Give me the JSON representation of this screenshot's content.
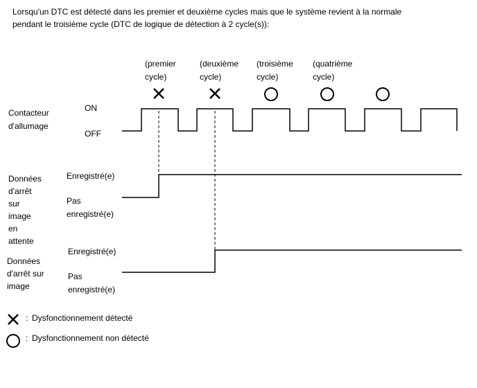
{
  "intro": {
    "line1": "Lorsqu'un DTC est détecté dans les premier et deuxième cycles mais que le système revient à la normale",
    "line2": "pendant le troisième cycle (DTC de logique de détection à 2 cycle(s)):"
  },
  "cycles": [
    {
      "line1": "(premier",
      "line2": "cycle)",
      "status": "detected",
      "icon": "cross-icon"
    },
    {
      "line1": "(deuxième",
      "line2": "cycle)",
      "status": "detected",
      "icon": "cross-icon"
    },
    {
      "line1": "(troisième",
      "line2": "cycle)",
      "status": "not-detected",
      "icon": "circle-icon"
    },
    {
      "line1": "(quatrième",
      "line2": "cycle)",
      "status": "not-detected",
      "icon": "circle-icon"
    },
    {
      "line1": "",
      "line2": "",
      "status": "not-detected",
      "icon": "circle-icon"
    }
  ],
  "ignition": {
    "label_lines": [
      "Contacteur",
      "d'allumage"
    ],
    "on_label": "ON",
    "off_label": "OFF"
  },
  "freeze_frame_pending": {
    "label_lines": [
      "Données",
      "d'arrêt",
      "sur",
      "image",
      "en",
      "attente"
    ],
    "high_label": "Enregistré(e)",
    "low_label_lines": [
      "Pas",
      "enregistré(e)"
    ],
    "rises_at_cycle": 1
  },
  "freeze_frame": {
    "label_lines": [
      "Données",
      "d'arrêt sur",
      "image"
    ],
    "high_label": "Enregistré(e)",
    "low_label_lines": [
      "Pas",
      "enregistré(e)"
    ],
    "rises_at_cycle": 2
  },
  "legend": {
    "detected": "Dysfonctionnement détecté",
    "not_detected": "Dysfonctionnement non détecté",
    "separator": ":"
  }
}
